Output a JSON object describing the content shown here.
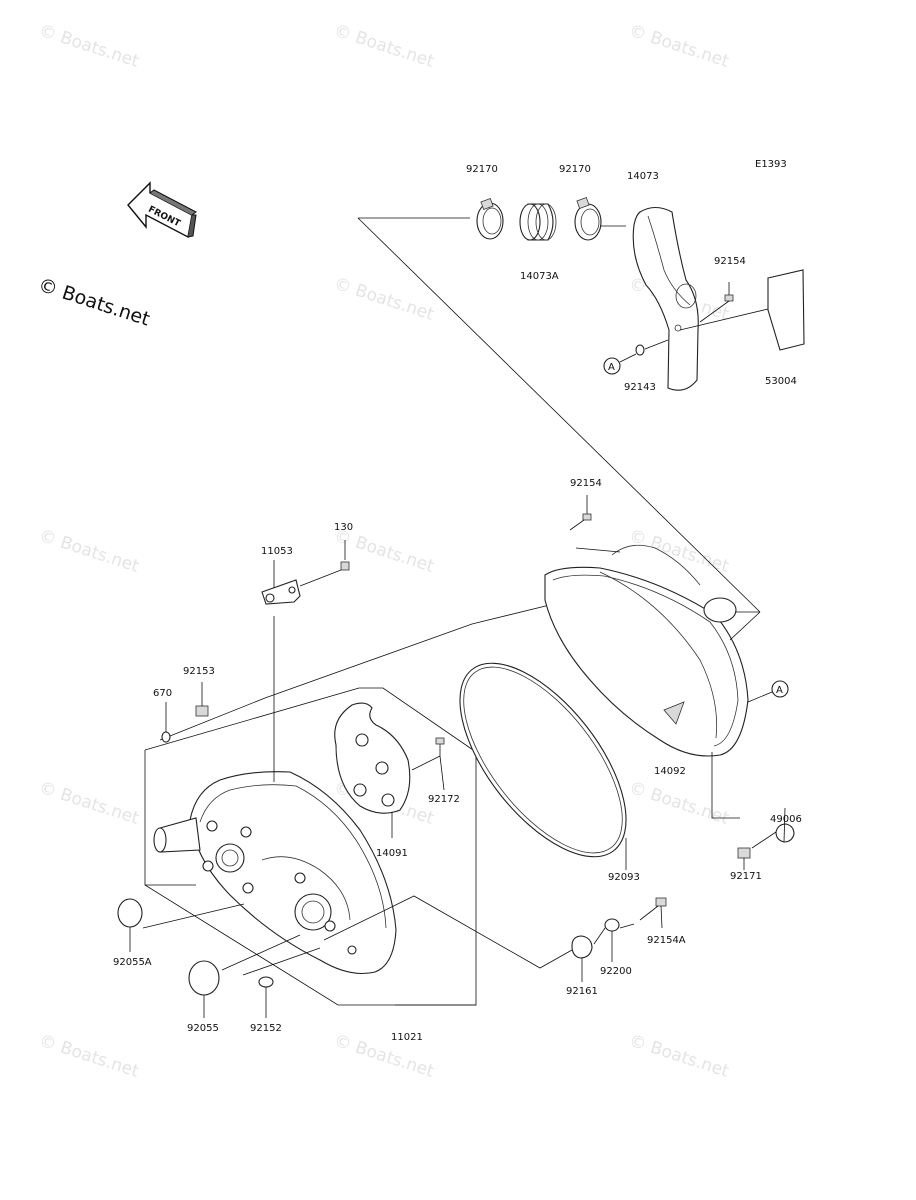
{
  "diagram": {
    "code": "E1393",
    "brand_text": "© Boats.net",
    "watermark_text": "© Boats.net",
    "front_arrow_label": "FRONT",
    "reference_marker": "A",
    "part_numbers": {
      "p92170_left": "92170",
      "p92170_right": "92170",
      "p14073": "14073",
      "p14073A": "14073A",
      "p92154_top": "92154",
      "p53004": "53004",
      "p92143": "92143",
      "p92154_mid": "92154",
      "p130": "130",
      "p11053": "11053",
      "p92153": "92153",
      "p670": "670",
      "p92172": "92172",
      "p14091": "14091",
      "p14092": "14092",
      "p49006": "49006",
      "p92171": "92171",
      "p92093": "92093",
      "p92154A": "92154A",
      "p92200": "92200",
      "p92161": "92161",
      "p92055A": "92055A",
      "p92055": "92055",
      "p92152": "92152",
      "p11021": "11021"
    }
  }
}
